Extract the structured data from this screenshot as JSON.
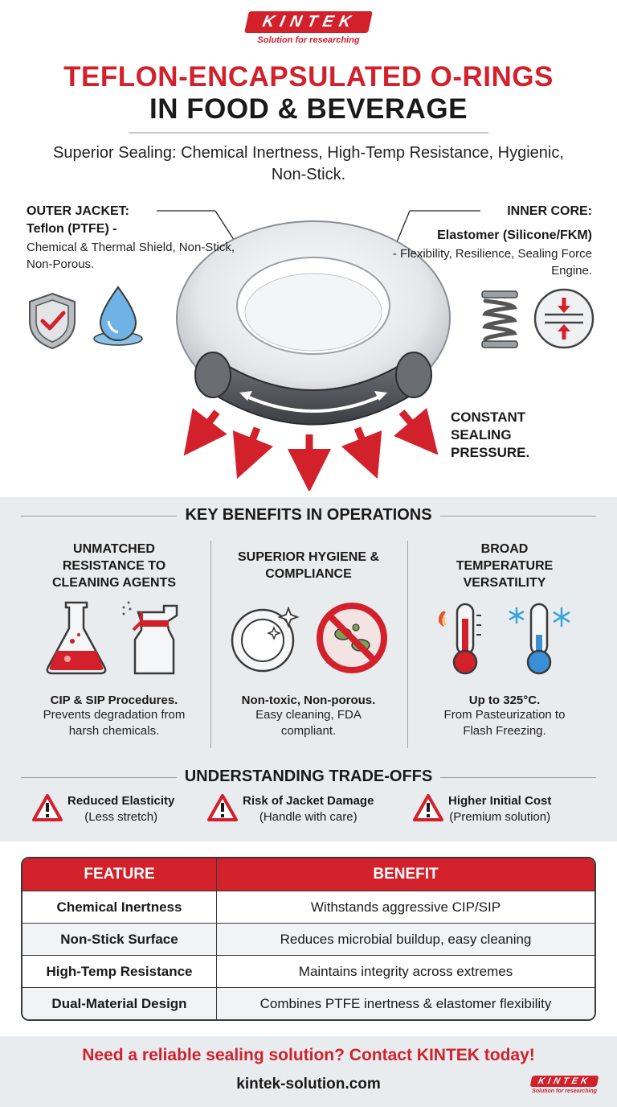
{
  "brand": {
    "name": "KINTEK",
    "tagline": "Solution for researching",
    "red": "#d3212c"
  },
  "header": {
    "title_line1": "TEFLON-ENCAPSULATED O-RINGS",
    "title_line2": "IN FOOD & BEVERAGE",
    "subtitle": "Superior Sealing: Chemical Inertness, High-Temp Resistance, Hygienic, Non-Stick."
  },
  "diagram": {
    "outer": {
      "title": "OUTER JACKET:",
      "name": "Teflon (PTFE) -",
      "desc": "Chemical & Thermal Shield, Non-Stick, Non-Porous.",
      "icons": [
        "shield-check-icon",
        "water-drop-icon"
      ]
    },
    "inner": {
      "title": "INNER CORE:",
      "name": "Elastomer (Silicone/FKM)",
      "desc": "- Flexibility, Resilience, Sealing Force Engine.",
      "icons": [
        "spring-icon",
        "compression-icon"
      ]
    },
    "pressure": "CONSTANT SEALING PRESSURE."
  },
  "benefits": {
    "heading": "KEY BENEFITS IN OPERATIONS",
    "columns": [
      {
        "title": "UNMATCHED RESISTANCE TO CLEANING AGENTS",
        "strong": "CIP & SIP Procedures.",
        "desc": "Prevents degradation from harsh chemicals.",
        "icons": [
          "flask-icon",
          "spray-bottle-icon"
        ]
      },
      {
        "title": "SUPERIOR HYGIENE & COMPLIANCE",
        "strong": "Non-toxic, Non-porous.",
        "desc": "Easy cleaning, FDA compliant.",
        "icons": [
          "clean-plate-icon",
          "no-bacteria-icon"
        ]
      },
      {
        "title": "BROAD TEMPERATURE VERSATILITY",
        "strong": "Up to 325°C.",
        "desc": "From Pasteurization to Flash Freezing.",
        "icons": [
          "hot-thermometer-icon",
          "cold-thermometer-icon"
        ]
      }
    ]
  },
  "tradeoffs": {
    "heading": "UNDERSTANDING TRADE-OFFS",
    "items": [
      {
        "title": "Reduced Elasticity",
        "note": "(Less stretch)"
      },
      {
        "title": "Risk of Jacket Damage",
        "note": "(Handle with care)"
      },
      {
        "title": "Higher Initial Cost",
        "note": "(Premium solution)"
      }
    ]
  },
  "table": {
    "headers": [
      "FEATURE",
      "BENEFIT"
    ],
    "rows": [
      {
        "feature": "Chemical Inertness",
        "benefit": "Withstands aggressive CIP/SIP"
      },
      {
        "feature": "Non-Stick Surface",
        "benefit": "Reduces microbial buildup, easy cleaning"
      },
      {
        "feature": "High-Temp Resistance",
        "benefit": "Maintains integrity across extremes"
      },
      {
        "feature": "Dual-Material Design",
        "benefit": "Combines PTFE inertness & elastomer flexibility"
      }
    ]
  },
  "footer": {
    "cta": "Need a reliable sealing solution? Contact KINTEK today!",
    "url": "kintek-solution.com"
  }
}
